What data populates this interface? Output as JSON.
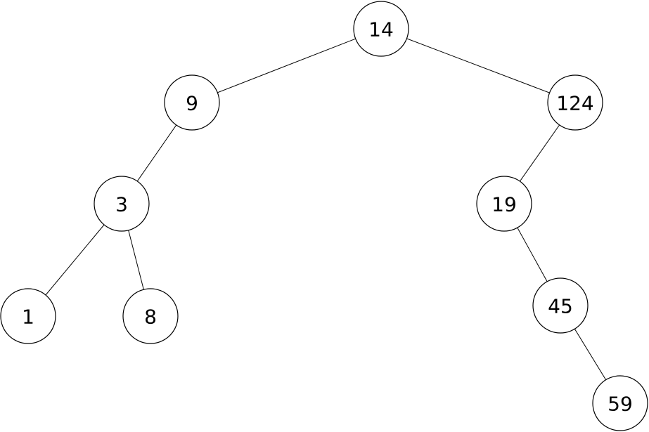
{
  "tree": {
    "nodes": [
      {
        "id": "n14",
        "label": "14"
      },
      {
        "id": "n9",
        "label": "9"
      },
      {
        "id": "n124",
        "label": "124"
      },
      {
        "id": "n3",
        "label": "3"
      },
      {
        "id": "n19",
        "label": "19"
      },
      {
        "id": "n1",
        "label": "1"
      },
      {
        "id": "n8",
        "label": "8"
      },
      {
        "id": "n45",
        "label": "45"
      },
      {
        "id": "n59",
        "label": "59"
      }
    ],
    "edges": [
      {
        "from": "n14",
        "to": "n9"
      },
      {
        "from": "n14",
        "to": "n124"
      },
      {
        "from": "n9",
        "to": "n3"
      },
      {
        "from": "n3",
        "to": "n1"
      },
      {
        "from": "n3",
        "to": "n8"
      },
      {
        "from": "n124",
        "to": "n19"
      },
      {
        "from": "n19",
        "to": "n45"
      },
      {
        "from": "n45",
        "to": "n59"
      }
    ]
  },
  "colors": {
    "stroke": "#000000",
    "fill": "#ffffff"
  }
}
